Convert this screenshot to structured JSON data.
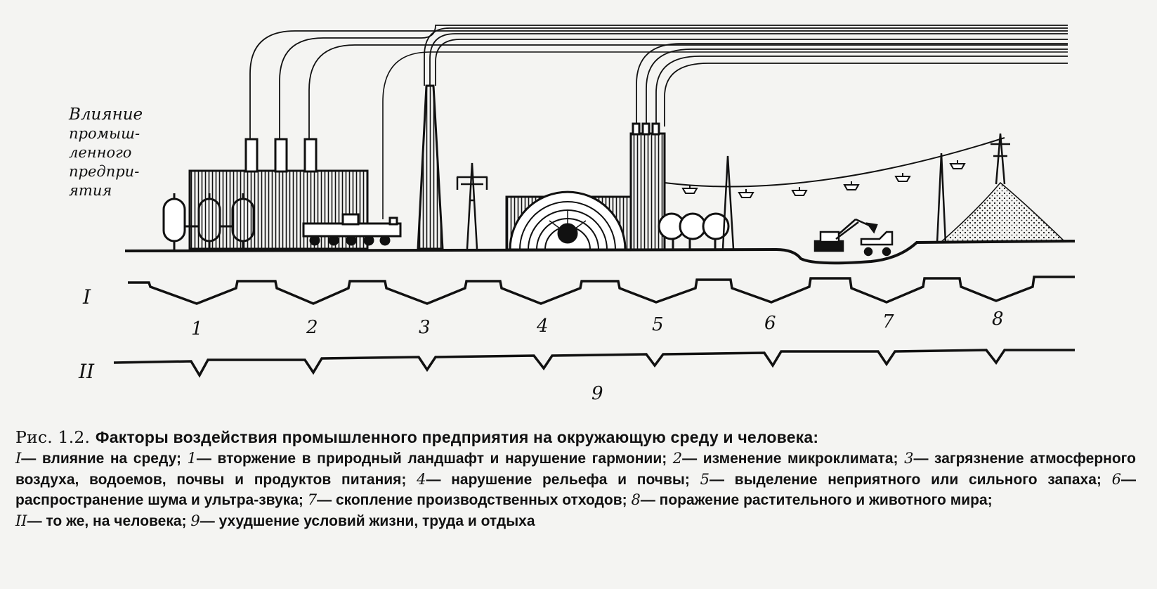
{
  "figure": {
    "side_label_lines": [
      "Влияние",
      "промыш-",
      "ленного",
      "предпри-",
      "ятия"
    ],
    "row_I_label": "I",
    "row_II_label": "II",
    "factor_numbers": [
      "1",
      "2",
      "3",
      "4",
      "5",
      "6",
      "7",
      "8"
    ],
    "row_II_number": "9"
  },
  "caption": {
    "prefix": "Рис. 1.2.",
    "title": "Факторы воздействия промышленного предприятия на окружающую среду и человека:",
    "legend": [
      {
        "key": "I",
        "text": "— влияние на среду;"
      },
      {
        "key": "1",
        "text": "— вторжение в природный ландшафт и нарушение гармонии;"
      },
      {
        "key": "2",
        "text": "— изменение микроклимата;"
      },
      {
        "key": "3",
        "text": "— загрязнение атмосферного воздуха, водоемов, почвы и продуктов питания;"
      },
      {
        "key": "4",
        "text": "— нарушение рельефа и почвы;"
      },
      {
        "key": "5",
        "text": "— выделение неприятного или сильного запаха;"
      },
      {
        "key": "6",
        "text": "— распространение шума и ультра-звука;"
      },
      {
        "key": "7",
        "text": "— скопление производственных отходов;"
      },
      {
        "key": "8",
        "text": "— поражение растительного и животного мира;"
      },
      {
        "key": "II",
        "text": "— то же, на человека;"
      },
      {
        "key": "9",
        "text": "— ухудшение условий жизни, труда и отдыха"
      }
    ]
  }
}
